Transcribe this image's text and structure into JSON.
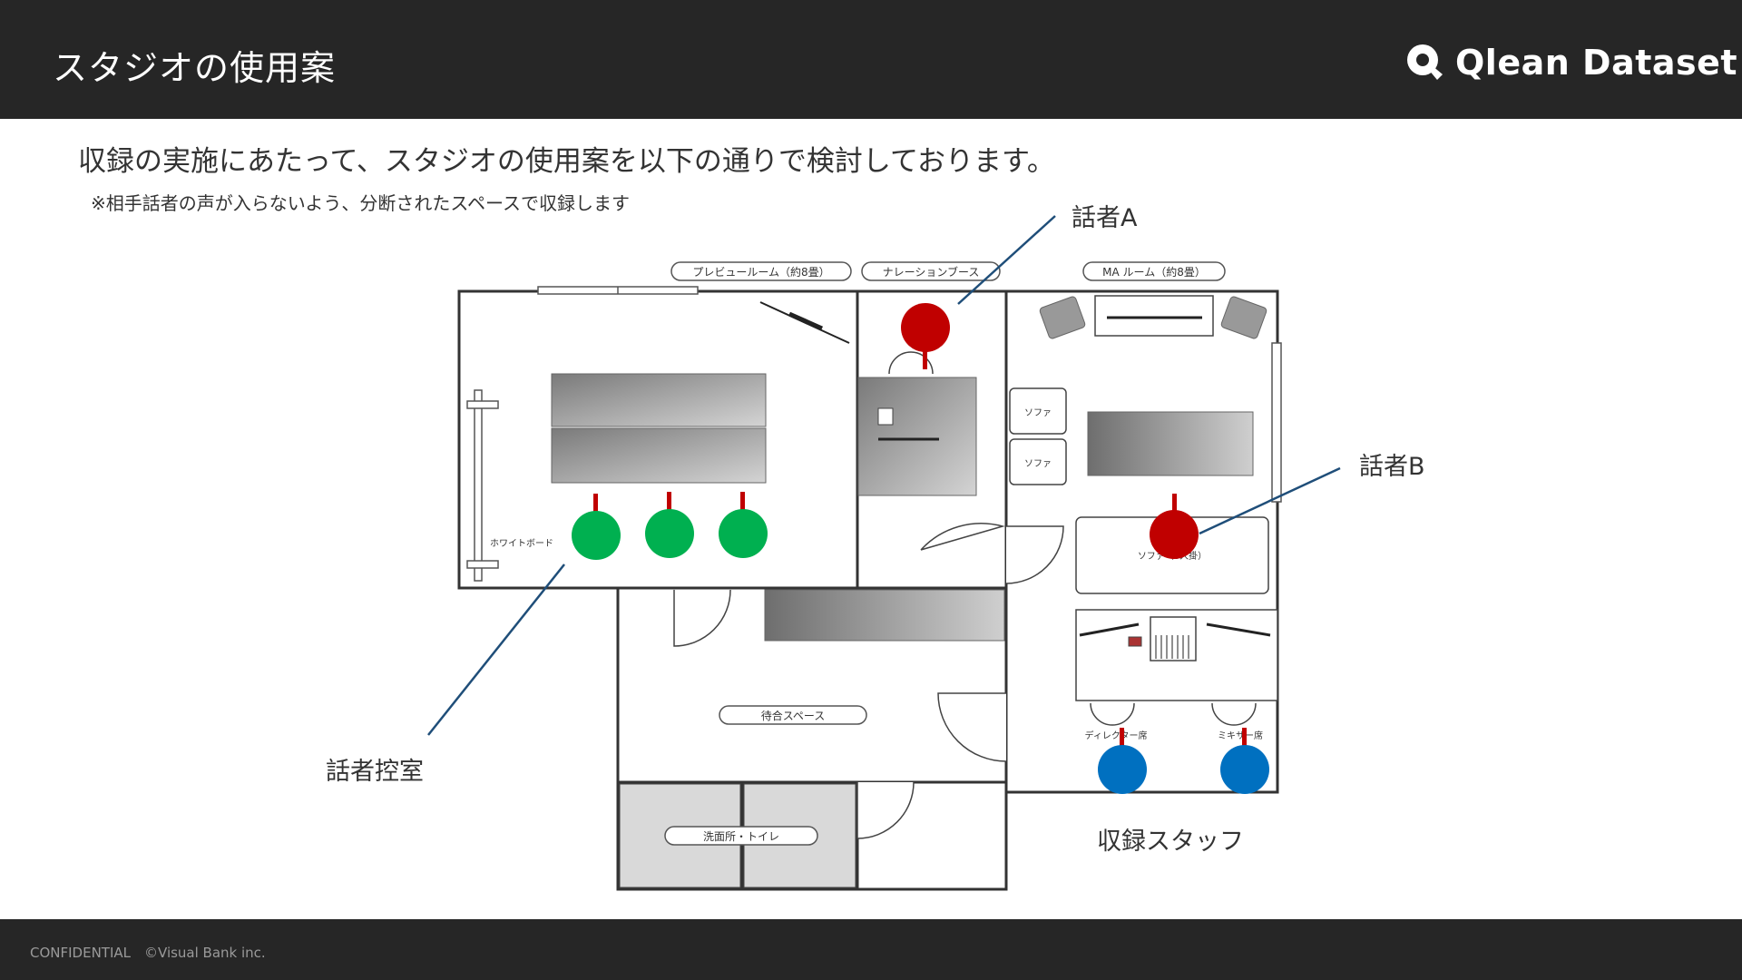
{
  "header": {
    "title": "スタジオの使用案",
    "logo_text": "Qlean Dataset"
  },
  "subtitle": "収録の実施にあたって、スタジオの使用案を以下の通りで検討しております。",
  "note": "※相手話者の声が入らないよう、分断されたスペースで収録します",
  "floorplan": {
    "rooms": {
      "preview": "プレビュールーム（約8畳）",
      "narration": "ナレーションブース",
      "ma": "MA ルーム（約8畳）",
      "waiting": "待合スペース",
      "washroom": "洗面所・トイレ"
    },
    "furniture": {
      "whiteboard": "ホワイトボード",
      "sofa1": "ソファ",
      "sofa2": "ソファ",
      "sofa_large": "ソファ（3人掛）",
      "director_seat": "ディレクター席",
      "mixer_seat": "ミキサー席"
    }
  },
  "callouts": {
    "speaker_a": "話者A",
    "speaker_b": "話者B",
    "waiting_room": "話者控室",
    "staff": "収録スタッフ"
  },
  "colors": {
    "speaker": "#c00000",
    "waiting": "#00b050",
    "staff": "#0070c0",
    "leader_line": "#1f4e79",
    "header_bg": "#262626"
  },
  "footer": {
    "text": "CONFIDENTIAL　©Visual Bank inc."
  }
}
